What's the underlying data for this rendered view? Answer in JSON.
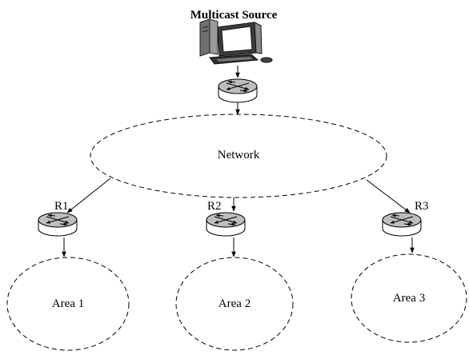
{
  "diagram": {
    "source_label": "Multicast Source",
    "network_label": "Network",
    "routers": [
      {
        "label": "R1"
      },
      {
        "label": "R2"
      },
      {
        "label": "R3"
      }
    ],
    "areas": [
      {
        "label": "Area 1"
      },
      {
        "label": "Area 2"
      },
      {
        "label": "Area 3"
      }
    ],
    "icons": {
      "source": "computer-workstation-icon",
      "router": "router-icon"
    }
  }
}
